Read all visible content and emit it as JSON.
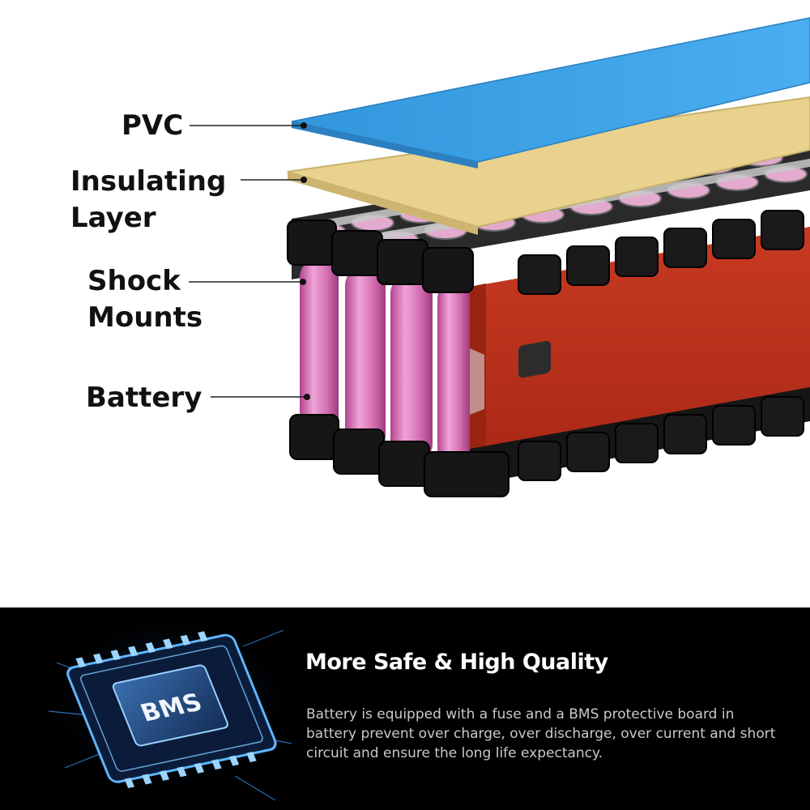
{
  "labels": {
    "pvc": "PVC",
    "insulating": "Insulating\nLayer",
    "shock": "Shock\nMounts",
    "battery": "Battery"
  },
  "chip": {
    "text": "BMS",
    "icon": "bms-chip-icon"
  },
  "feature": {
    "title": "More Safe & High Quality",
    "description": "Battery is equipped with a fuse and a BMS protective board in battery prevent over charge, over discharge, over current and short circuit and ensure the long life expectancy."
  },
  "colors": {
    "pvc": "#3b9fe4",
    "insulating": "#e8d28e",
    "cell": "#d97ab8",
    "wrap": "#c0321f",
    "holder": "#141414",
    "background_dark": "#000000",
    "glow": "#2f8cff"
  }
}
